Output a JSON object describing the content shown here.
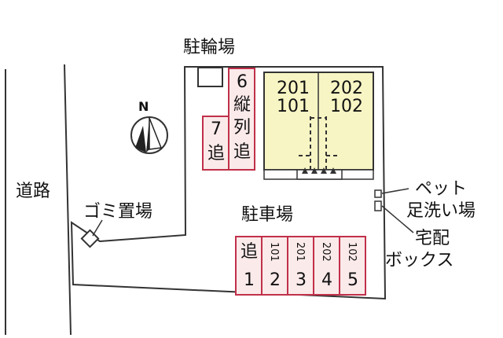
{
  "labels": {
    "bicycle_parking": "駐輪場",
    "road": "道路",
    "garbage": "ゴミ置場",
    "parking": "駐車場",
    "pet_wash_1": "ペット",
    "pet_wash_2": "足洗い場",
    "delivery_box_1": "宅配",
    "delivery_box_2": "ボックス",
    "north": "N"
  },
  "units": {
    "left_top": "201",
    "left_bottom": "101",
    "right_top": "202",
    "right_bottom": "102"
  },
  "tandem_slots": {
    "slot6_number": "6",
    "slot6_chars": [
      "縦",
      "列",
      "追"
    ],
    "slot7_number": "7",
    "slot7_char": "追"
  },
  "bottom_slots": [
    {
      "top": "追",
      "bottom": "1"
    },
    {
      "top": "101",
      "bottom": "2"
    },
    {
      "top": "201",
      "bottom": "3"
    },
    {
      "top": "202",
      "bottom": "4"
    },
    {
      "top": "102",
      "bottom": "5"
    }
  ],
  "colors": {
    "building_fill": "#f7f5c4",
    "slot_fill": "#fbeaea",
    "slot_stroke": "#c0304a",
    "lot_stroke": "#333333"
  }
}
